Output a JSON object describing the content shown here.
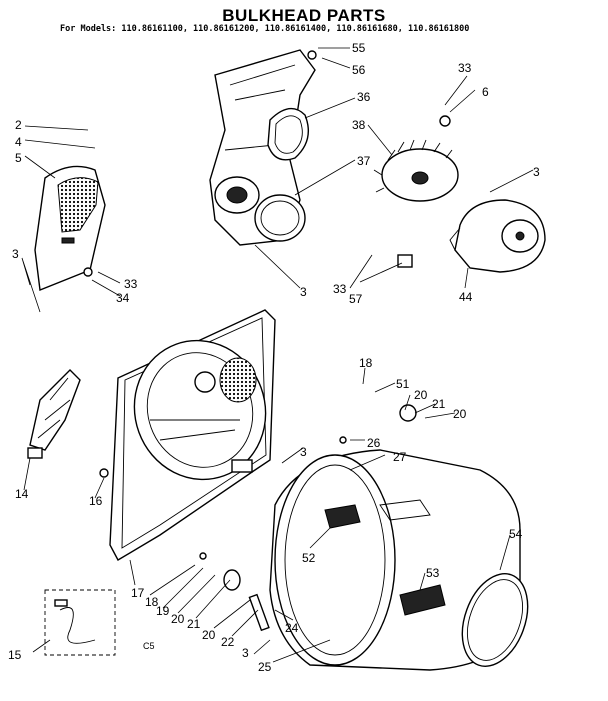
{
  "title": "BULKHEAD PARTS",
  "models_line": "For Models: 110.86161100, 110.86161200, 110.86161400, 110.86161680, 110.86161800",
  "code": "C5",
  "callouts": [
    "2",
    "4",
    "5",
    "3",
    "33",
    "34",
    "55",
    "56",
    "36",
    "37",
    "38",
    "33",
    "6",
    "3",
    "44",
    "33",
    "57",
    "3",
    "18",
    "51",
    "20",
    "21",
    "20",
    "3",
    "26",
    "27",
    "14",
    "16",
    "54",
    "52",
    "53",
    "17",
    "18",
    "19",
    "20",
    "21",
    "20",
    "22",
    "24",
    "3",
    "25",
    "15"
  ]
}
